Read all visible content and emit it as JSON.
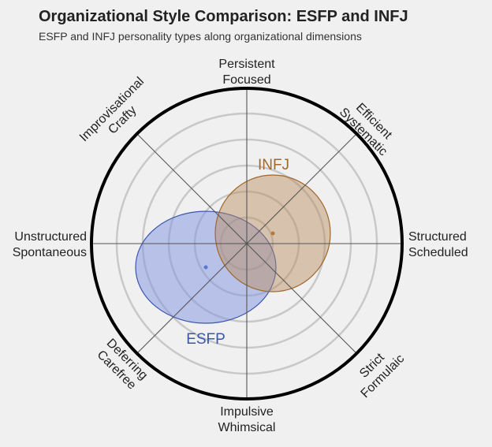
{
  "header": {
    "title": "Organizational Style Comparison: ESFP and INFJ",
    "subtitle": "ESFP and INFJ personality types along organizational dimensions"
  },
  "chart_data": {
    "type": "scatter",
    "subtype": "polar-ellipse",
    "title": "Organizational Style Comparison: ESFP and INFJ",
    "subtitle": "ESFP and INFJ personality types along organizational dimensions",
    "axes": [
      {
        "angle_deg": 90,
        "line1": "Persistent",
        "line2": "Focused"
      },
      {
        "angle_deg": 45,
        "line1": "Efficient",
        "line2": "Systematic"
      },
      {
        "angle_deg": 0,
        "line1": "Structured",
        "line2": "Scheduled"
      },
      {
        "angle_deg": -45,
        "line1": "Strict",
        "line2": "Formulaic"
      },
      {
        "angle_deg": -90,
        "line1": "Impulsive",
        "line2": "Whimsical"
      },
      {
        "angle_deg": -135,
        "line1": "Deferring",
        "line2": "Carefree"
      },
      {
        "angle_deg": 180,
        "line1": "Unstructured",
        "line2": "Spontaneous"
      },
      {
        "angle_deg": 135,
        "line1": "Improvisational",
        "line2": "Crafty"
      }
    ],
    "grid": {
      "rings": 5,
      "on": true
    },
    "series": [
      {
        "name": "ESFP",
        "color": "#3a56b0",
        "fill": "#7f92e0",
        "center_x": -0.26,
        "center_y": -0.15,
        "radius_x": 0.45,
        "radius_y": 0.36
      },
      {
        "name": "INFJ",
        "color": "#a0682a",
        "fill": "#c7a683",
        "center_x": 0.17,
        "center_y": 0.07,
        "radius_x": 0.37,
        "radius_y": 0.37
      }
    ],
    "legend": "inline labels"
  }
}
